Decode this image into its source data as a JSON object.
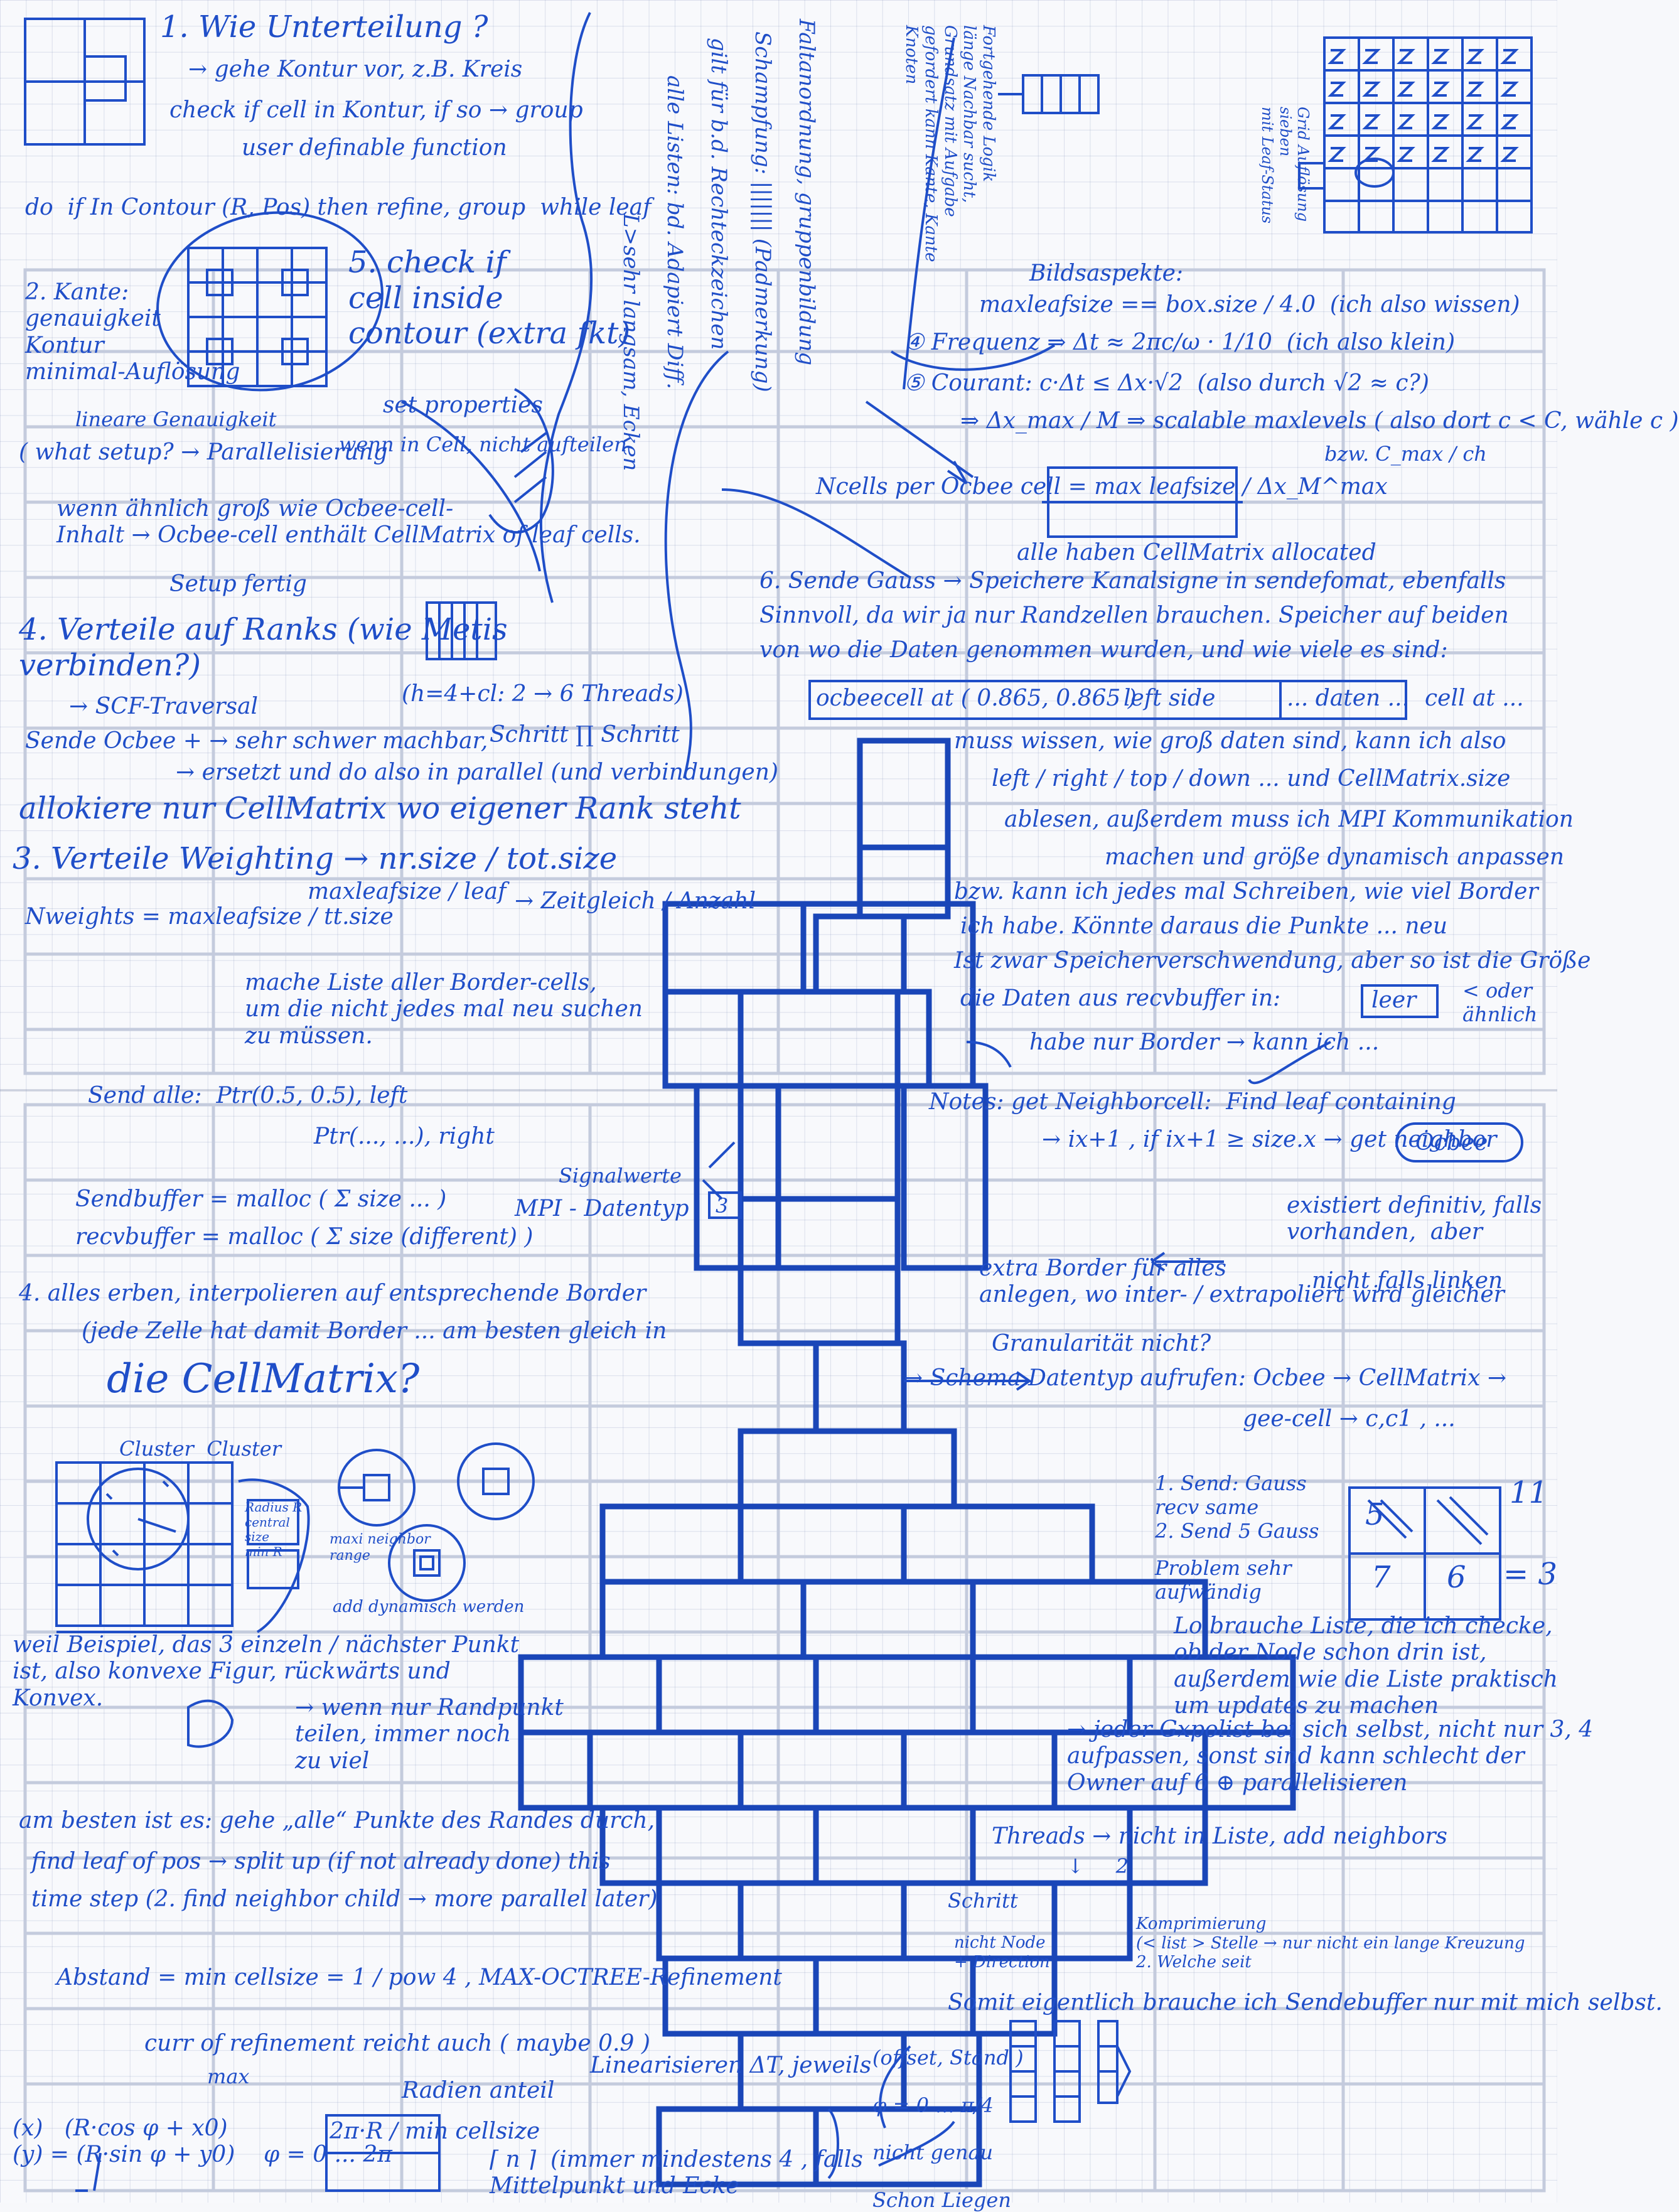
{
  "sheet": {
    "ink_color": "#1f4ec8",
    "diagram_color": "#1a46b8",
    "grid_color": "#b9c2d8",
    "background": "#f8f9fc"
  },
  "notes": {
    "n1_title": "1. Wie Unterteilung ?",
    "n1_a": "→ gehe Kontur vor, z.B. Kreis",
    "n1_b": "check if cell in Kontur, if so → group",
    "n1_c": "user definable function",
    "n1_d": "do  if In Contour (R, Pos) then refine, group  while leaf",
    "n2_head": "2. Kante:\ngenauigkeit\nKontur\nminimal-Auflösung",
    "n2_a": "lineare Genauigkeit",
    "n2_b": "( what setup? → Parallelisierung",
    "n2_c": "wenn ähnlich groß wie Ocbee-cell-\nInhalt → Ocbee-cell enthält CellMatrix of leaf cells.",
    "n2_d": "Setup fertig",
    "n5_title": "5. check if\ncell inside\ncontour (extra fkt)",
    "n5_a": "set properties",
    "n5_b": "wenn in Cell, nicht aufteilen",
    "n4_title": "4. Verteile auf Ranks (wie Metis\nverbinden?)",
    "n4_a": "→ SCF-Traversal",
    "n4_b": "(h=4+cl: 2 → 6 Threads)",
    "n4_c": "Sende Ocbee + → sehr schwer machbar,",
    "n4_d": "Schritt ∏ Schritt",
    "n4_e": "→ ersetzt und do also in parallel (und verbindungen)",
    "n4_f": "allokiere nur CellMatrix wo eigener Rank steht",
    "n3_title": "3. Verteile Weighting → nr.size / tot.size",
    "n3_a": "Nweights = maxleafsize / tt.size",
    "n3_b": "maxleafsize / leaf",
    "n3_c": "→ Zeitgleich / Anzahl",
    "n3_d": "mache Liste aller Border-cells,\num die nicht jedes mal neu suchen\nzu müssen.",
    "col_a": "Faltanordnung, gruppenbildung",
    "col_b": "Schampfung: ||||||| (Padmerkung)",
    "col_c": "gilt für b.d. Rechteckzeichen",
    "col_d": "alle Listen: bd. Adapiert Diff.",
    "col_e": "L>sehr langsam, Ecken",
    "top_mid": "Fortgehende Logik\nlänge Nachbar sucht,\nGrundsatz mit Aufgabe\ngefordert kann Kante, Kante\nKnoten",
    "right_vert": "Grid Auflösung\nsieben\nmit Leaf-Status",
    "b_top": "Bildsaspekte:",
    "b_a": "maxleafsize == box.size / 4.0  (ich also wissen)",
    "b_b": "④ Frequenz ⇒ Δt ≈ 2πc/ω · 1/10  (ich also klein)",
    "b_c": "⑤ Courant: c·Δt ≤ Δx·√2  (also durch √2 ≈ c?)",
    "b_d": "⇒ Δx_max / M ⇒ scalable maxlevels ( also dort c < C, wähle c )",
    "b_e": "bzw. C_max / ch",
    "b_f": "Ncells per Ocbee cell = max leafsize / Δx_M^max",
    "b_g": "alle haben CellMatrix allocated",
    "s6_title": "6. Sende Gauss → Speichere Kanalsigne in sendefomat, ebenfalls",
    "s6_a": "Sinnvoll, da wir ja nur Randzellen brauchen. Speicher auf beiden",
    "s6_b": "von wo die Daten genommen wurden, und wie viele es sind:",
    "s6_box": "ocbeecell at ( 0.865, 0.865 )",
    "s6_box2": "left side",
    "s6_box3": "... daten ...",
    "s6_box4": "cell at ...",
    "s6_c": "muss wissen, wie groß daten sind, kann ich also",
    "s6_d": "left / right / top / down ... und CellMatrix.size",
    "s6_e": "ablesen, außerdem muss ich MPI Kommunikation",
    "s6_f": "machen und größe dynamisch anpassen",
    "s6_g": "bzw. kann ich jedes mal Schreiben, wie viel Border",
    "s6_h": "ich habe. Könnte daraus die Punkte ... neu",
    "s6_i": "Ist zwar Speicherverschwendung, aber so ist die Größe",
    "s6_j": "die Daten aus recvbuffer in:",
    "s6_leer": "leer",
    "s6_k": "habe nur Border → kann ich ...",
    "s6_l": "< oder\nähnlich",
    "send_title": "Send alle:  Ptr(0.5, 0.5), left",
    "send_a": "Ptr(..., ...), right",
    "send_b": "Sendbuffer = malloc ( Σ size ... )",
    "send_c": "recvbuffer = malloc ( Σ size (different) )",
    "mpi_label": "MPI - Datentyp",
    "mpi_top": "Signalwerte",
    "mpi_sq": "3",
    "n4b_title": "4. alles erben, interpolieren auf entsprechende Border",
    "n4b_a": "(jede Zelle hat damit Border ... am besten gleich in",
    "n4b_big": "die CellMatrix?",
    "notes_a": "Notes: get Neighborcell:  Find leaf containing",
    "notes_b": "→ ix+1 , if ix+1 ≥ size.x → get neighbor",
    "notes_c": "Ocbee",
    "ex_a": "existiert definitiv, falls\nvorhanden,  aber",
    "ex_b": "nicht falls linken",
    "ex_c": "extra Border für alles\nanlegen, wo inter- / extrapoliert wird gleicher",
    "ex_d": "Granularität nicht?",
    "schema": "→ Schema Datentyp aufrufen: Ocbee → CellMatrix →",
    "schema_b": "gee-cell → c,c1 , ...",
    "grid_top": "Cluster  Cluster",
    "grid_a": "Radius R\ncentral\nsize\nmin R",
    "grid_b": "maxi neighbor\nrange",
    "grid_c": "add dynamisch werden",
    "grid_d": "weil Beispiel, das 3 einzeln / nächster Punkt\nist, also konvexe Figur, rückwärts und\nKonvex.",
    "grid_e": "→ wenn nur Randpunkt\nteilen, immer noch\nzu viel",
    "best_a": "am besten ist es: gehe „alle“ Punkte des Randes durch,",
    "best_b": "find leaf of pos → split up (if not already done) this",
    "best_c": "time step (2. find neighbor child → more parallel later)",
    "abstand": "Abstand = min cellsize = 1 / pow 4 , MAX-OCTREE-Refinement",
    "curr": "curr of refinement reicht auch ( maybe 0.9 )",
    "curr_b": "max",
    "lin": "Linearisieren ΔT, jeweils",
    "xy": "(x)   (R·cos φ + x0)\n(y) = (R·sin φ + y0)    φ = 0 ... 2π",
    "radien": "Radien anteil",
    "frac": "2π·R / min cellsize",
    "frac_b": "⌈ n ⌉  (immer mindestens 4 , falls\nMittelpunkt und Ecke",
    "br_a": "1. Send: Gauss\nrecv same\n2. Send 5 Gauss",
    "br_b": "Problem sehr\naufwändig",
    "br_c": "Lo brauche Liste, die ich checke,\nob der Node schon drin ist,\naußerdem wie die Liste praktisch\num updates zu machen",
    "br_d": "→ jeder Gxpolist bei sich selbst, nicht nur 3, 4\naufpassen, sonst sind kann schlecht der\nOwner auf 6 ⊕ parallelisieren",
    "thr_a": "Threads → nicht in Liste, add neighbors",
    "thr_b": "↓     2",
    "thr_c": "Schritt",
    "thr_d": "nicht Node\n+ Direction",
    "thr_e": "Komprimierung\n(< list > Stelle → nur nicht ein lange Kreuzung\n2. Welche seit",
    "thr_f": "Somit eigentlich brauche ich Sendebuffer nur mit mich selbst.",
    "last_a": "(offset, Stand )\n\nφ = 0 ... π/4\n\nnicht genau\n\nSchon Liegen",
    "eq3": "= 3",
    "eq11": "11",
    "q7": "7",
    "q6": "6",
    "q5": "5"
  }
}
